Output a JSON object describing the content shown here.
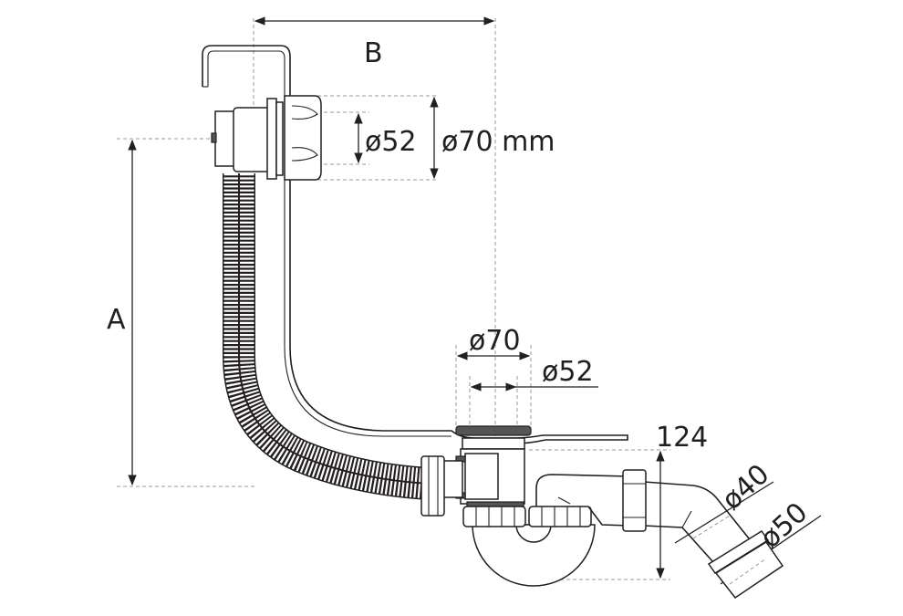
{
  "labels": {
    "dim_b": "B",
    "dim_a": "A",
    "overflow_inner": "ø52",
    "overflow_outer": "ø70 mm",
    "drain_outer": "ø70",
    "drain_inner": "ø52",
    "trap_height": "124",
    "outlet_inner": "ø40",
    "outlet_outer": "ø50"
  },
  "colors": {
    "line": "#231f20",
    "dimension_guide": "#9a9a9a"
  }
}
